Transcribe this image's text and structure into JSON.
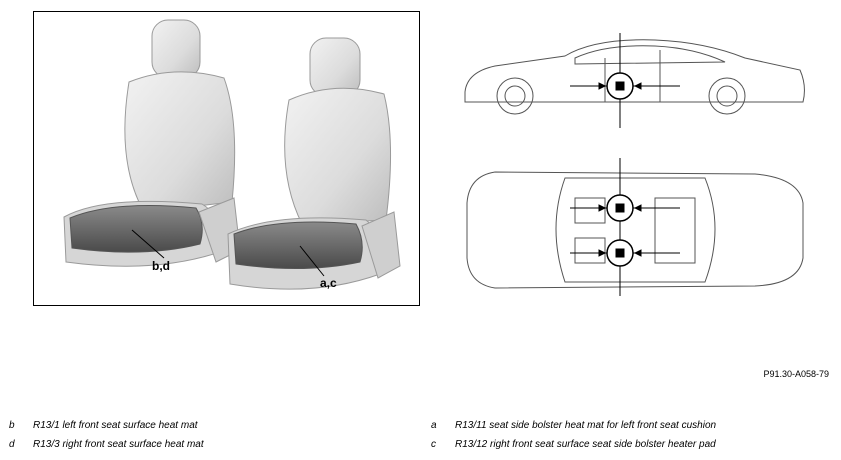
{
  "figure_id": "P91.30-A058-79",
  "seat_labels": {
    "left": "b,d",
    "right": "a,c"
  },
  "legend": [
    {
      "key": "b",
      "text": "R13/1 left front seat surface heat mat"
    },
    {
      "key": "d",
      "text": "R13/3 right front seat surface heat mat"
    },
    {
      "key": "a",
      "text": "R13/11 seat side bolster heat mat for left front seat cushion"
    },
    {
      "key": "c",
      "text": "R13/12 right front seat surface seat side bolster heater pad"
    }
  ]
}
